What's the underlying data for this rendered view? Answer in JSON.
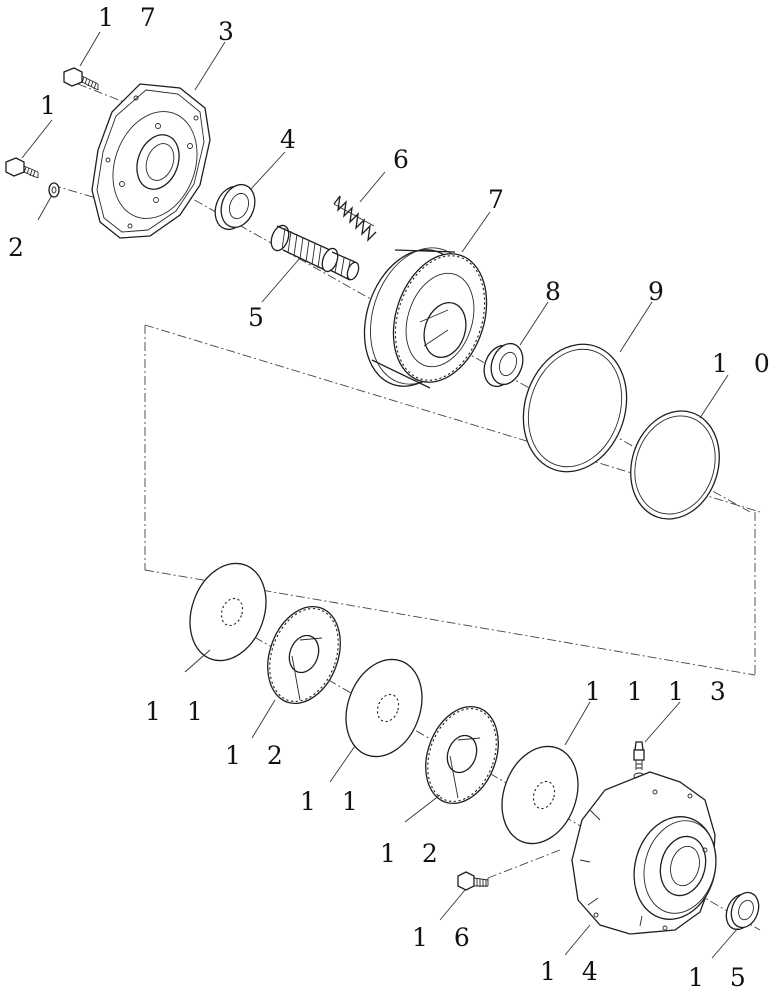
{
  "parts": [
    {
      "id": "p1",
      "number": "1"
    },
    {
      "id": "p2",
      "number": "2"
    },
    {
      "id": "p3",
      "number": "3"
    },
    {
      "id": "p4",
      "number": "4"
    },
    {
      "id": "p5",
      "number": "5"
    },
    {
      "id": "p6",
      "number": "6"
    },
    {
      "id": "p7",
      "number": "7"
    },
    {
      "id": "p8",
      "number": "8"
    },
    {
      "id": "p9",
      "number": "9"
    },
    {
      "id": "p10",
      "number": "1 0"
    },
    {
      "id": "p11a",
      "number": "1 1"
    },
    {
      "id": "p11b",
      "number": "1 1"
    },
    {
      "id": "p11c",
      "number": "1 1"
    },
    {
      "id": "p12a",
      "number": "1 2"
    },
    {
      "id": "p12b",
      "number": "1 2"
    },
    {
      "id": "p13",
      "number": "1 3"
    },
    {
      "id": "p14",
      "number": "1 4"
    },
    {
      "id": "p15",
      "number": "1 5"
    },
    {
      "id": "p16",
      "number": "1 6"
    },
    {
      "id": "p17",
      "number": "1 7"
    }
  ]
}
